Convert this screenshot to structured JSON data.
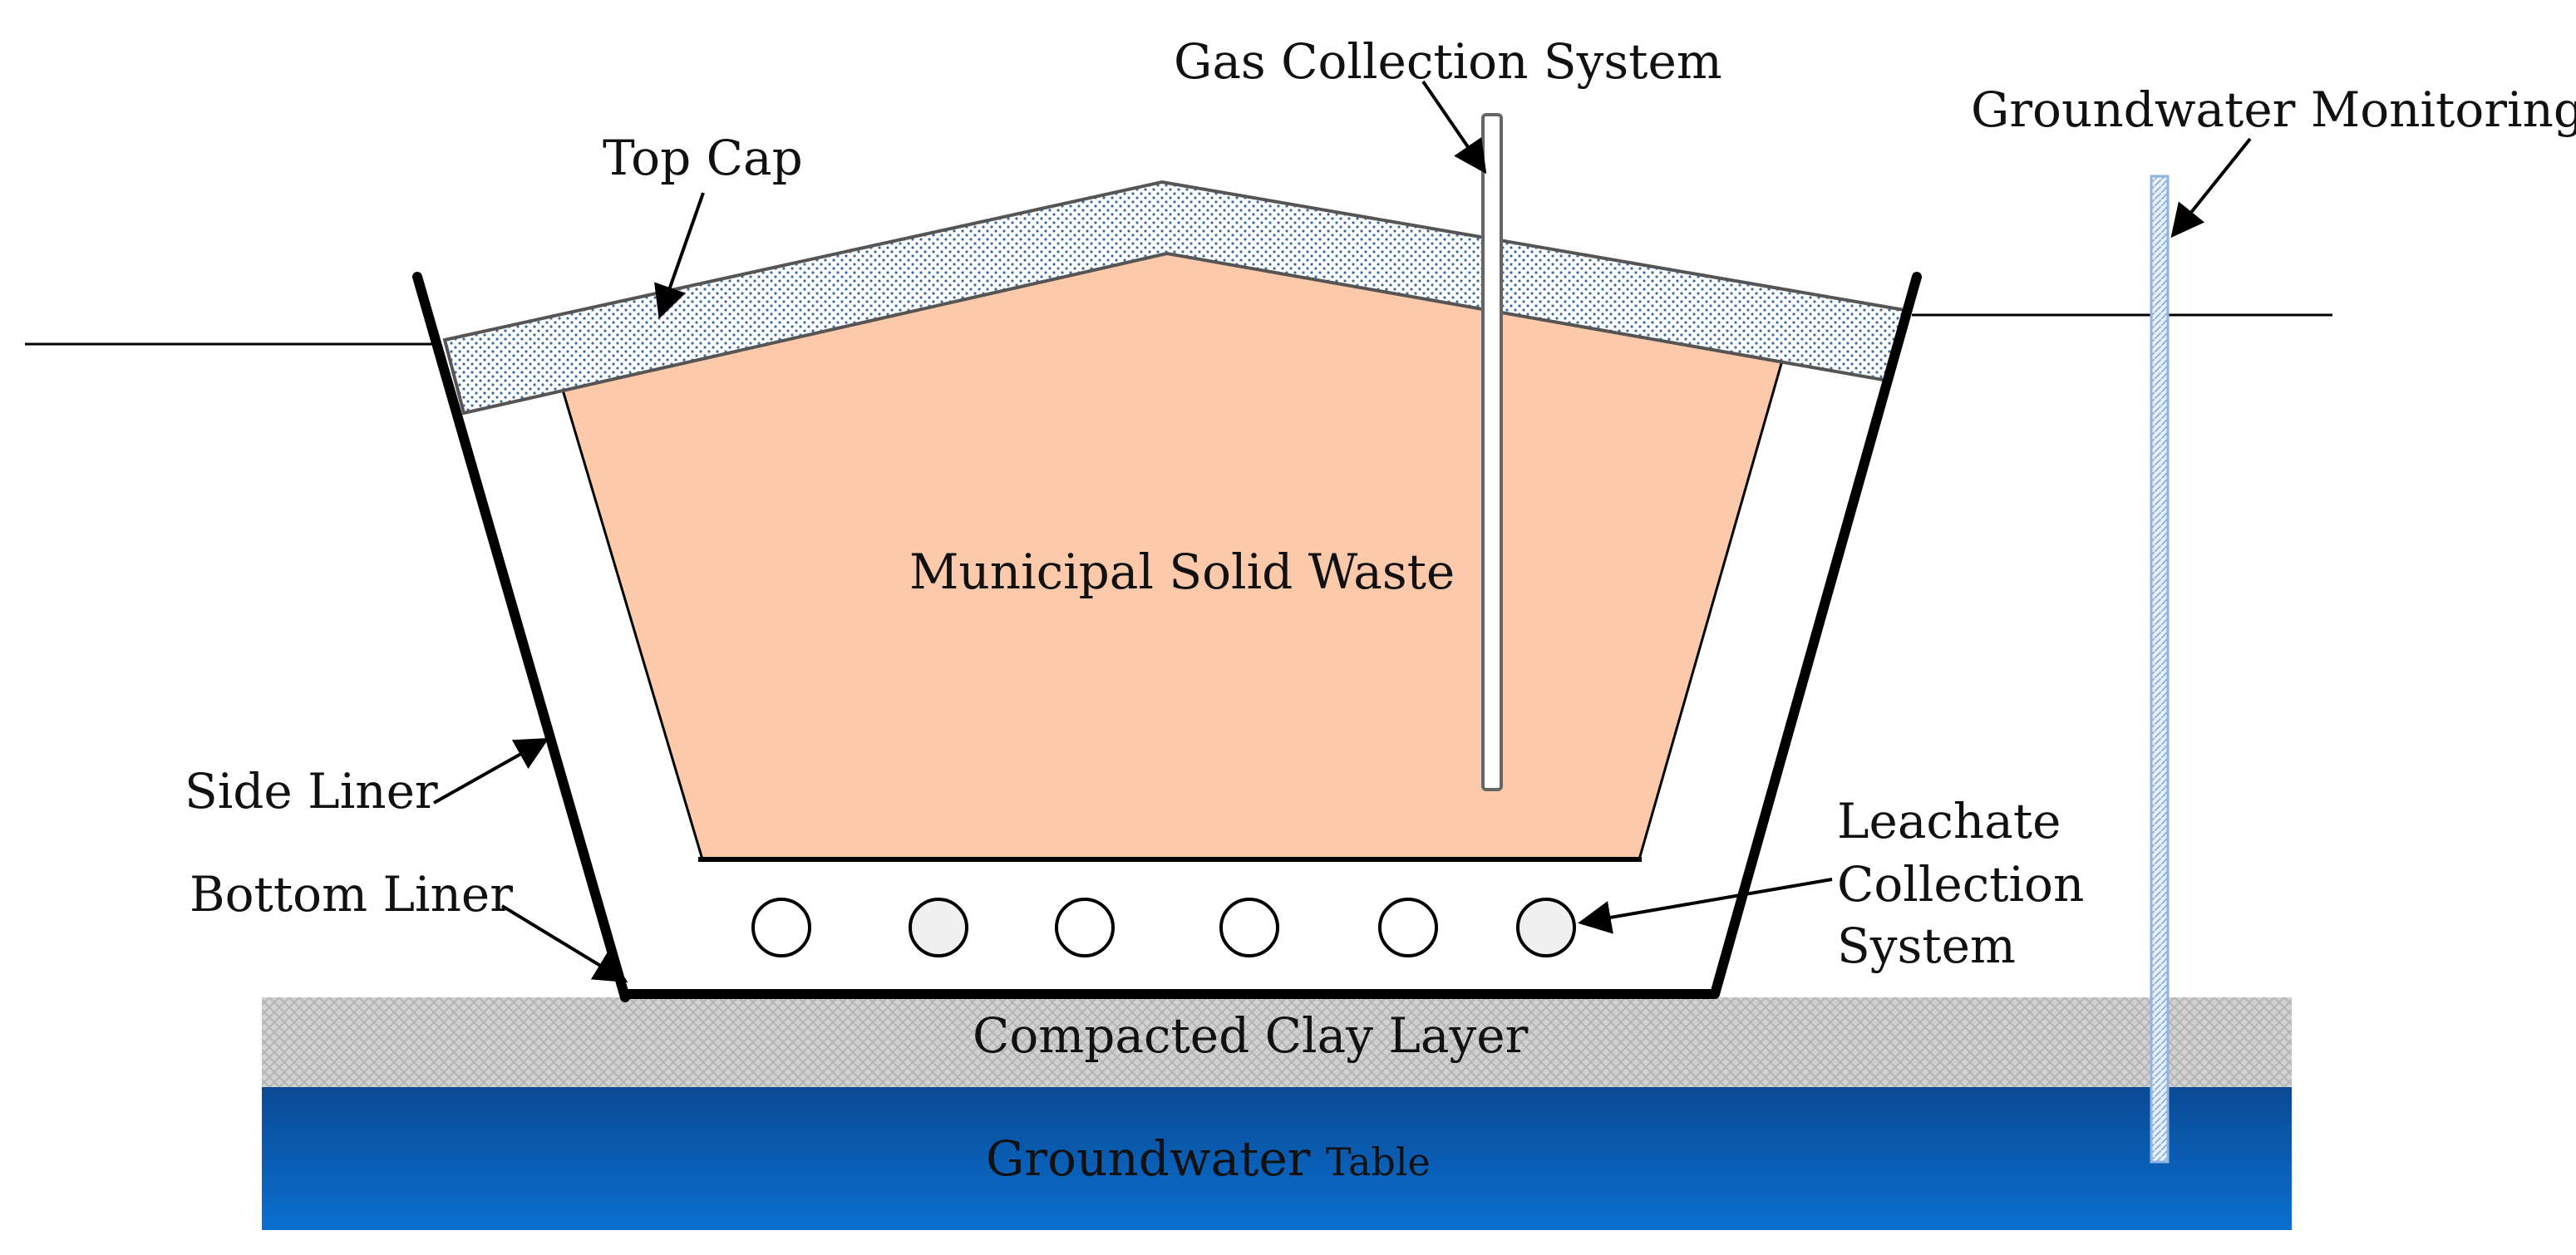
{
  "labels": {
    "gas_collection": "Gas Collection System",
    "groundwater_monitoring": "Groundwater Monitoring",
    "top_cap": "Top Cap",
    "msw": "Municipal Solid Waste",
    "side_liner": "Side Liner",
    "bottom_liner": "Bottom Liner",
    "leachate_line1": "Leachate",
    "leachate_line2": "Collection",
    "leachate_line3": "System",
    "clay": "Compacted Clay Layer",
    "groundwater_main": "Groundwater ",
    "groundwater_small": "Table"
  },
  "colors": {
    "waste_fill": "#fccaaa",
    "cap_dots": "#3d6c9c",
    "clay_fill": "#cccccc",
    "groundwater_top": "#0a4a94",
    "groundwater_bottom": "#0a6fd0",
    "monitor_well": "#a9c8ec",
    "pipe_fill_light": "#f0f0f0"
  }
}
